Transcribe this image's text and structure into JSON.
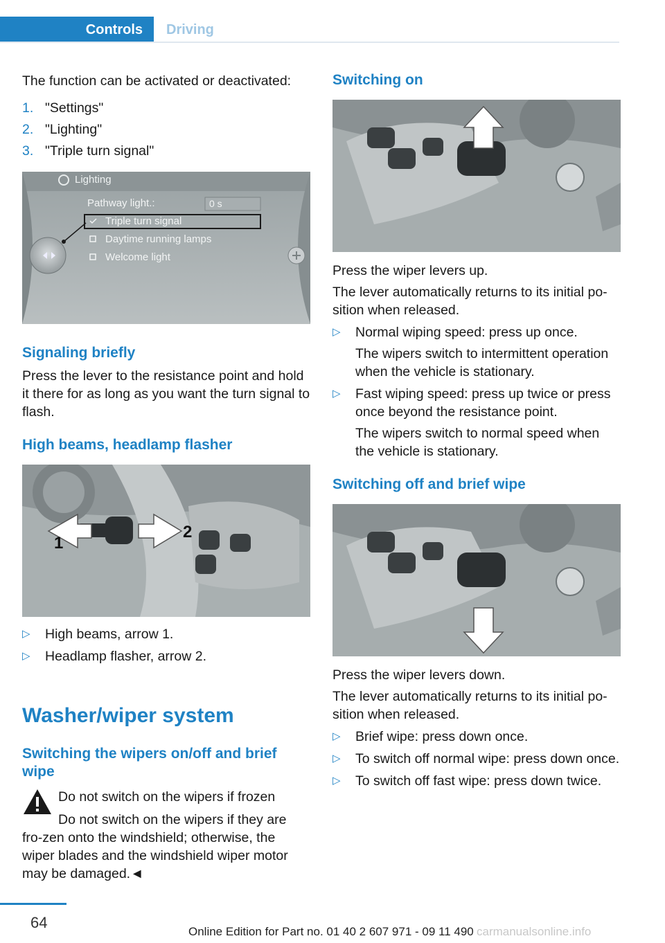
{
  "header": {
    "tabs": [
      {
        "label": "Controls",
        "active": true
      },
      {
        "label": "Driving",
        "active": false
      }
    ],
    "accent_color": "#1f82c4"
  },
  "left": {
    "intro": "The function can be activated or deactivated:",
    "steps": [
      {
        "num": "1.",
        "text": "\"Settings\""
      },
      {
        "num": "2.",
        "text": "\"Lighting\""
      },
      {
        "num": "3.",
        "text": "\"Triple turn signal\""
      }
    ],
    "screen_menu": {
      "title": "Lighting",
      "pathway_label": "Pathway light.:",
      "pathway_value": "0 s",
      "options": [
        "Triple turn signal",
        "Daytime running lamps",
        "Welcome light"
      ]
    },
    "signaling": {
      "heading": "Signaling briefly",
      "text": "Press the lever to the resistance point and hold it there for as long as you want the turn signal to flash."
    },
    "high_beams": {
      "heading": "High beams, headlamp flasher",
      "fig_labels": [
        "1",
        "2"
      ],
      "items": [
        "High beams, arrow 1.",
        "Headlamp flasher, arrow 2."
      ]
    },
    "washer": {
      "heading": "Washer/wiper system",
      "subheading": "Switching the wipers on/off and brief wipe",
      "warning_title": "Do not switch on the wipers if frozen",
      "warning_text": "Do not switch on the wipers if they are fro-zen onto the windshield; otherwise, the wiper blades and the windshield wiper motor may be damaged.◄"
    }
  },
  "right": {
    "switching_on": {
      "heading": "Switching on",
      "line1": "Press the wiper levers up.",
      "line2": "The lever automatically returns to its initial po-sition when released.",
      "items": [
        {
          "text": "Normal wiping speed: press up once.",
          "sub": "The wipers switch to intermittent operation when the vehicle is stationary."
        },
        {
          "text": "Fast wiping speed: press up twice or press once beyond the resistance point.",
          "sub": "The wipers switch to normal speed when the vehicle is stationary."
        }
      ]
    },
    "switching_off": {
      "heading": "Switching off and brief wipe",
      "line1": "Press the wiper levers down.",
      "line2": "The lever automatically returns to its initial po-sition when released.",
      "items": [
        "Brief wipe: press down once.",
        "To switch off normal wipe: press down once.",
        "To switch off fast wipe: press down twice."
      ]
    }
  },
  "footer": {
    "page_number": "64",
    "edition": "Online Edition for Part no. 01 40 2 607 971 - 09 11 490",
    "watermark": "carmanualsonline.info"
  }
}
